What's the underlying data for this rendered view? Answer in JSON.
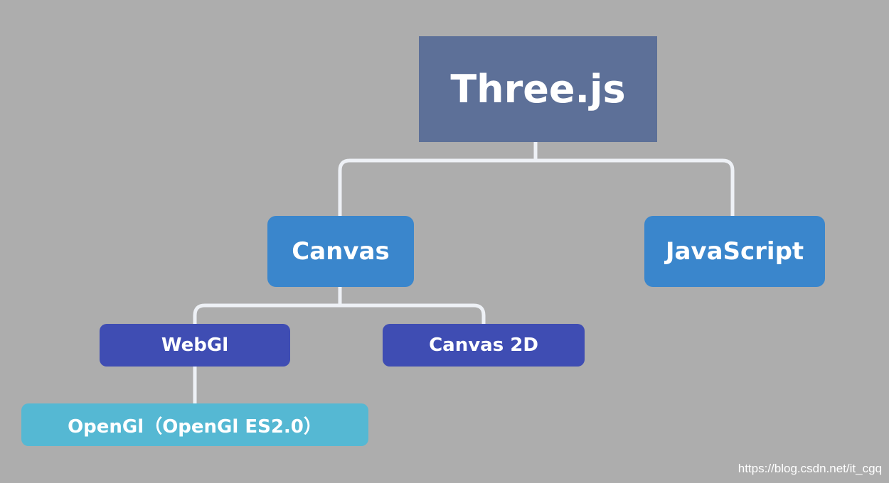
{
  "nodes": {
    "threejs": "Three.js",
    "canvas": "Canvas",
    "javascript": "JavaScript",
    "webgl": "WebGl",
    "canvas2d": "Canvas 2D",
    "opengl": "OpenGl（OpenGl ES2.0）"
  },
  "watermark": "https://blog.csdn.net/it_cgq",
  "colors": {
    "background": "#adadad",
    "root": "#5d7098",
    "level1": "#3a86cc",
    "level2": "#3f4db3",
    "level3": "#55b8d3",
    "connector": "#eef1f6"
  }
}
